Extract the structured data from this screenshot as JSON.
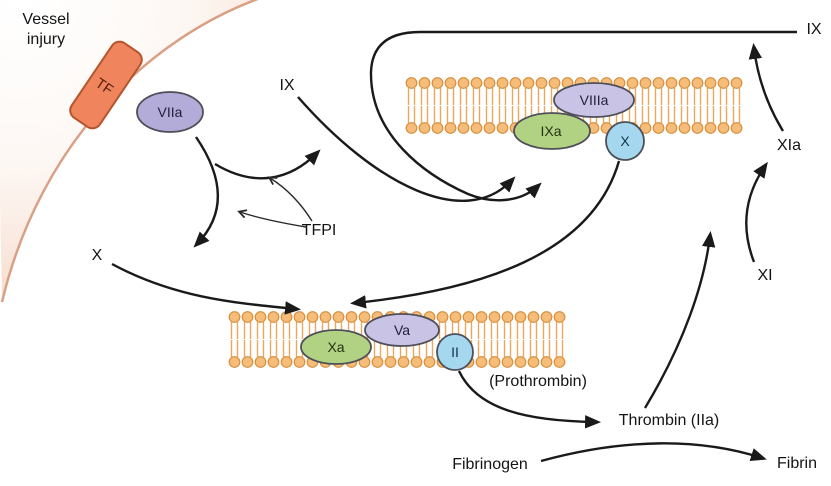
{
  "diagram": {
    "vessel_injury": "Vessel injury",
    "tf": "TF",
    "viia": "VIIa",
    "ix_left": "IX",
    "ix_top_right": "IX",
    "xia": "XIa",
    "xi": "XI",
    "tfpi": "TFPI",
    "x_left": "X",
    "viiia": "VIIIa",
    "ixa": "IXa",
    "x_membrane": "X",
    "xa": "Xa",
    "va": "Va",
    "ii": "II",
    "prothrombin": "(Prothrombin)",
    "thrombin": "Thrombin (IIa)",
    "fibrinogen": "Fibrinogen",
    "fibrin": "Fibrin",
    "colors": {
      "tf_fill": "#f0845c",
      "tf_stroke": "#b4552e",
      "purple_dark_fill": "#b3abd8",
      "purple_fill": "#c9c3e6",
      "green_fill": "#b2d283",
      "blue_fill": "#a5d8ef",
      "node_stroke": "#4f4f5a",
      "lipid_fill": "#f6bc79",
      "lipid_stroke": "#d68f3c",
      "arrow": "#1a1a1a",
      "vessel_arc": "#d9a086"
    }
  }
}
